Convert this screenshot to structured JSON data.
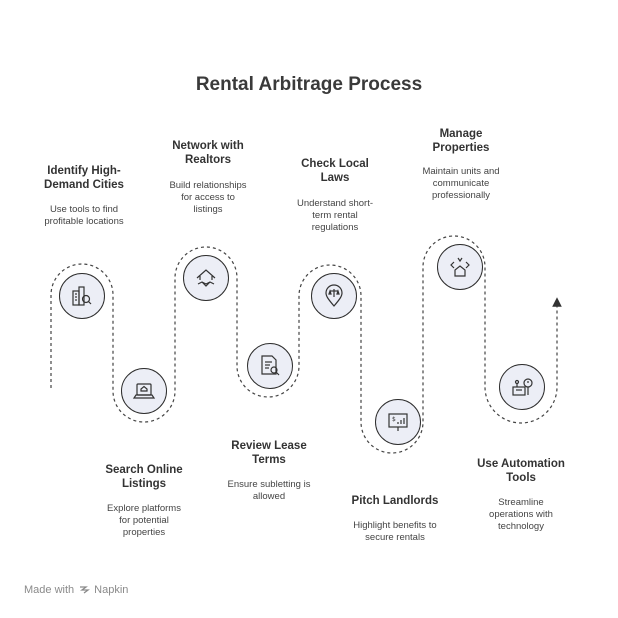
{
  "title": "Rental Arbitrage Process",
  "steps": [
    {
      "title": "Identify High-Demand Cities",
      "title_l1": "Identify High-",
      "title_l2": "Demand Cities",
      "desc_l1": "Use tools to find",
      "desc_l2": "profitable locations",
      "desc_l3": "",
      "icon": "city-search-icon"
    },
    {
      "title": "Search Online Listings",
      "title_l1": "Search Online",
      "title_l2": "Listings",
      "desc_l1": "Explore platforms",
      "desc_l2": "for potential",
      "desc_l3": "properties",
      "icon": "laptop-home-icon"
    },
    {
      "title": "Network with Realtors",
      "title_l1": "Network with",
      "title_l2": "Realtors",
      "desc_l1": "Build relationships",
      "desc_l2": "for access to",
      "desc_l3": "listings",
      "icon": "house-handshake-icon"
    },
    {
      "title": "Review Lease Terms",
      "title_l1": "Review Lease",
      "title_l2": "Terms",
      "desc_l1": "Ensure subletting is",
      "desc_l2": "allowed",
      "desc_l3": "",
      "icon": "document-search-icon"
    },
    {
      "title": "Check Local Laws",
      "title_l1": "Check Local",
      "title_l2": "Laws",
      "desc_l1": "Understand short-",
      "desc_l2": "term rental",
      "desc_l3": "regulations",
      "icon": "law-scale-pin-icon"
    },
    {
      "title": "Pitch Landlords",
      "title_l1": "Pitch Landlords",
      "title_l2": "",
      "desc_l1": "Highlight benefits to",
      "desc_l2": "secure rentals",
      "desc_l3": "",
      "icon": "presentation-board-icon"
    },
    {
      "title": "Manage Properties",
      "title_l1": "Manage",
      "title_l2": "Properties",
      "desc_l1": "Maintain units and",
      "desc_l2": "communicate",
      "desc_l3": "professionally",
      "icon": "house-code-icon"
    },
    {
      "title": "Use Automation Tools",
      "title_l1": "Use Automation",
      "title_l2": "Tools",
      "desc_l1": "Streamline",
      "desc_l2": "operations with",
      "desc_l3": "technology",
      "icon": "automation-desk-icon"
    }
  ],
  "footer": {
    "made_with": "Made with",
    "brand": "Napkin"
  }
}
